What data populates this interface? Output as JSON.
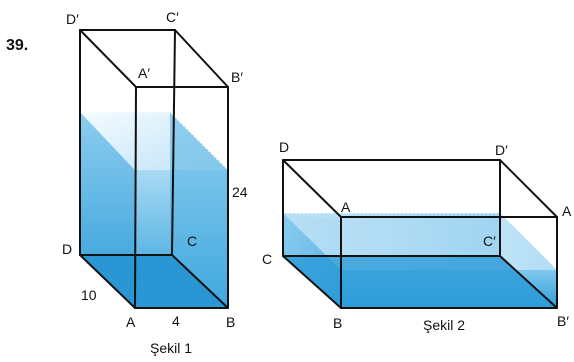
{
  "problem_number": "39.",
  "figure1": {
    "caption": "Şekil 1",
    "vertices": {
      "D_prime": "D′",
      "C_prime": "C′",
      "A_prime": "A′",
      "B_prime": "B′",
      "D": "D",
      "C": "C",
      "A": "A",
      "B": "B"
    },
    "dimensions": {
      "depth": "10",
      "width": "4",
      "height": "24"
    }
  },
  "figure2": {
    "caption": "Şekil 2",
    "vertices": {
      "D": "D",
      "D_prime": "D′",
      "A": "A",
      "A_prime": "A",
      "C": "C",
      "C_prime": "C′",
      "B": "B",
      "B_prime": "B′"
    }
  },
  "colors": {
    "edge": "#111111",
    "water_dark": "#2a9ad6",
    "water_mid": "#66bde8",
    "water_light": "#cfe9f8",
    "water_surface": "#eaf5fc"
  }
}
